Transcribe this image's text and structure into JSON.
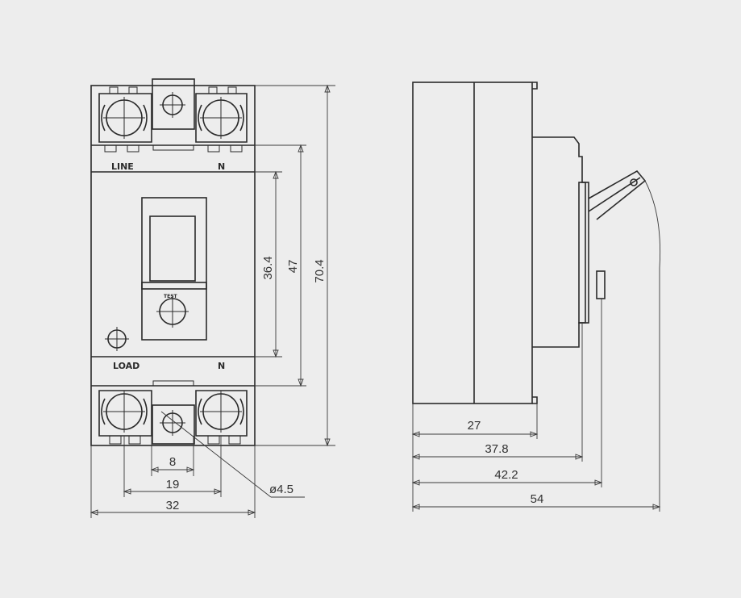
{
  "front_view": {
    "terminal_labels": {
      "line": "LINE",
      "n_top": "N",
      "load": "LOAD",
      "n_bottom": "N"
    },
    "test_label": "TEST",
    "dimensions": {
      "height_inner": "36.4",
      "height_mid": "47",
      "height_total": "70.4",
      "width_hole": "8",
      "width_terminals": "19",
      "width_total": "32",
      "hole_diameter": "ø4.5"
    }
  },
  "side_view": {
    "dimensions": {
      "depth_1": "27",
      "depth_2": "37.8",
      "depth_3": "42.2",
      "depth_4": "54"
    }
  },
  "colors": {
    "background": "#ededed",
    "line": "#2a2a2a"
  }
}
